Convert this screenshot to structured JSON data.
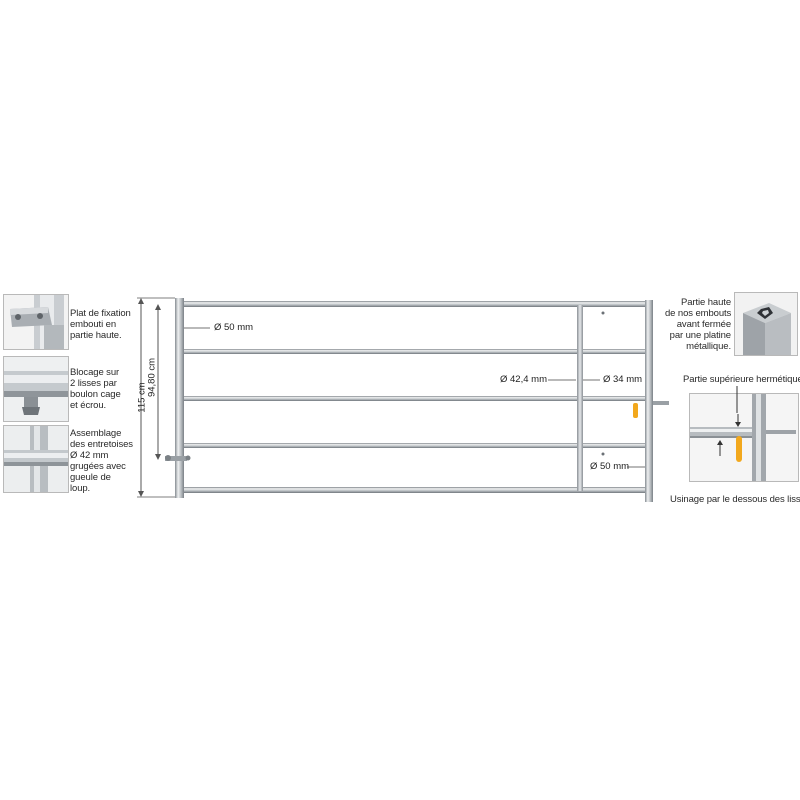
{
  "left_captions": {
    "fixation": [
      "Plat de fixation",
      "embouti en",
      "partie haute."
    ],
    "blocage": [
      "Blocage  sur",
      "2 lisses  par",
      "boulon cage",
      "et écrou."
    ],
    "assemblage": [
      "Assemblage",
      "des entretoises",
      "Ø 42 mm",
      "grugées avec",
      "gueule de",
      "loup."
    ]
  },
  "dimensions": {
    "total_height": "115 cm",
    "inner_height": "94,80 cm",
    "diam_top": "Ø 50 mm",
    "diam_rail": "Ø 42,4 mm",
    "diam_slide": "Ø 34 mm",
    "diam_bottom": "Ø 50 mm"
  },
  "right_captions": {
    "partie_haute": [
      "Partie haute",
      "de nos embouts",
      "avant fermée",
      "par une platine",
      "métallique."
    ],
    "hermetique": "Partie supérieure hermétique",
    "usinage": "Usinage par le dessous des lisses"
  },
  "colors": {
    "steel_light": "#e6e8ea",
    "steel_mid": "#aeb3b8",
    "steel_dark": "#7d8389",
    "latch_yellow": "#f2a81d"
  }
}
